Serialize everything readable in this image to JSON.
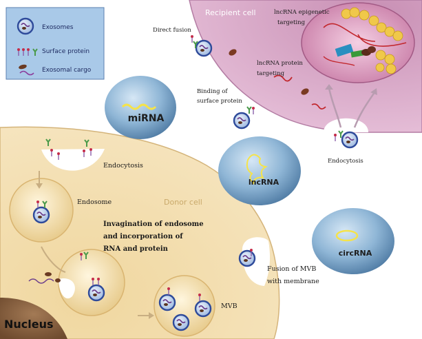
{
  "legend": {
    "items": [
      {
        "label": "Exosomes"
      },
      {
        "label": "Surface protein"
      },
      {
        "label": "Exosomal cargo"
      }
    ]
  },
  "recipient_cell": {
    "title": "Recipient cell",
    "labels": {
      "direct_fusion": "Direct fusion",
      "lncrna_epigenetic_1": "lncRNA epigenetic",
      "lncrna_epigenetic_2": "targeting",
      "lncrna_protein_1": "lncRNA protein",
      "lncrna_protein_2": "targeting",
      "binding_1": "Binding of",
      "binding_2": "surface protein",
      "endocytosis": "Endocytosis"
    }
  },
  "donor_cell": {
    "title": "Donor cell",
    "labels": {
      "endocytosis": "Endocytosis",
      "endosome": "Endosome",
      "invagination_1": "Invagination of endosome",
      "invagination_2": "and incorporation of",
      "invagination_3": "RNA and protein",
      "mvb": "MVB",
      "fusion_1": "Fusion of MVB",
      "fusion_2": "with membrane",
      "nucleus": "Nucleus"
    }
  },
  "rnas": {
    "mirna": "miRNA",
    "lncrna": "lncRNA",
    "circrna": "circRNA"
  },
  "colors": {
    "recipient_fill": "#d9a9c8",
    "donor_fill": "#f3dfb3",
    "rna_sphere": "#8fb6d6",
    "legend_bg": "#a9c9e8",
    "exosome": "#5b7fc2"
  }
}
